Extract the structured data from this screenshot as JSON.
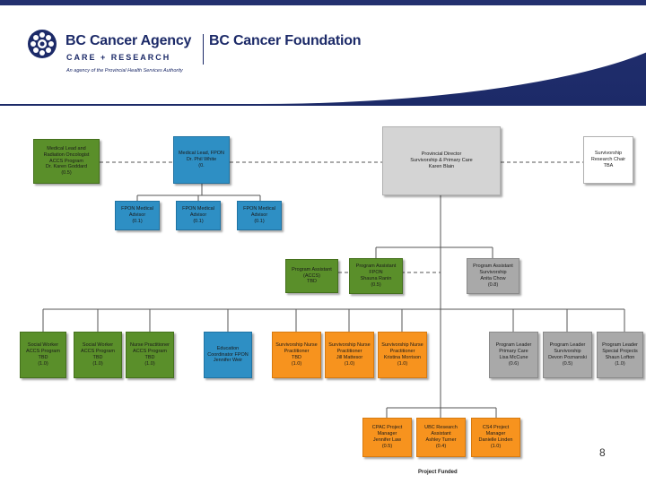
{
  "header": {
    "agency": "BC Cancer Agency",
    "care_research": "CARE + RESEARCH",
    "authority": "An agency of the Provincial Health Services Authority",
    "foundation": "BC Cancer Foundation"
  },
  "colors": {
    "green": "#5a8f2a",
    "blue": "#2e8fc4",
    "orange": "#f7931e",
    "gray": "#a9a9a9",
    "light_gray": "#d4d4d4",
    "navy": "#1c2a68"
  },
  "nodes": {
    "medical_lead_radiation": [
      "Medical Lead and",
      "Radiation Oncologist",
      "ACCS Program",
      "Dr. Karen Goddard",
      "(0.5)"
    ],
    "medical_lead_fpon": [
      "Medical Lead, FPON",
      "Dr. Phil White",
      "(0."
    ],
    "provincial_director": [
      "Provincial Director",
      "Survivorship & Primary Care",
      "Karen Blain"
    ],
    "survivorship_research_chair": [
      "Survivorship",
      "Research Chair",
      "TBA"
    ],
    "fpon_advisor_1": [
      "FPON Medical",
      "Advisor",
      "(0.1)"
    ],
    "fpon_advisor_2": [
      "FPON Medical",
      "Advisor",
      "(0.1)"
    ],
    "fpon_advisor_3": [
      "FPON Medical",
      "Advisor",
      "(0.1)"
    ],
    "program_assistant_accs": [
      "Program Assistant",
      "(ACCS)",
      "TBD"
    ],
    "program_assistant_fpon": [
      "Program Assistant",
      "FPON",
      "Shauna Ranin",
      "(0.5)"
    ],
    "program_assistant_survivorship": [
      "Program Assistant",
      "Survivorship",
      "Anita Chow",
      "(0.8)"
    ],
    "social_worker_1": [
      "Social Worker",
      "ACCS Program",
      "TBD",
      "(1.0)"
    ],
    "social_worker_2": [
      "Social Worker",
      "ACCS Program",
      "TBD",
      "(1.0)"
    ],
    "nurse_practitioner_accs": [
      "Nurse Practitioner",
      "ACCS Program",
      "TBD",
      "(1.0)"
    ],
    "education_coordinator": [
      "Education",
      "Coordinator FPON",
      "Jennifer Weir"
    ],
    "survivorship_np_1": [
      "Survivorship Nurse",
      "Practitioner",
      "TBD",
      "(1.0)"
    ],
    "survivorship_np_2": [
      "Survivorship Nurse",
      "Practitioner",
      "Jill Mattesor",
      "(1.0)"
    ],
    "survivorship_np_3": [
      "Survivorship Nurse",
      "Practitioner",
      "Kristina Morrison",
      "(1.0)"
    ],
    "program_leader_primary_care": [
      "Program Leader",
      "Primary Care",
      "Lisa McCune",
      "(0.6)"
    ],
    "program_leader_survivorship": [
      "Program Leader",
      "Survivorship",
      "Devon Poznanski",
      "(0.5)"
    ],
    "program_leader_special": [
      "Program Leader",
      "Special Projects",
      "Shaun Lofton",
      "(1.0)"
    ],
    "cpac_project_manager": [
      "CPAC Project",
      "Manager",
      "Jennifer Law",
      "(0.5)"
    ],
    "ubc_research_assistant": [
      "UBC Research",
      "Assistant",
      "Ashley Turner",
      "(0.4)"
    ],
    "cs4_project_manager": [
      "CS4 Project",
      "Manager",
      "Danielle Linden",
      "(1.0)"
    ]
  },
  "project_funded": "Project Funded",
  "page_number": "8"
}
